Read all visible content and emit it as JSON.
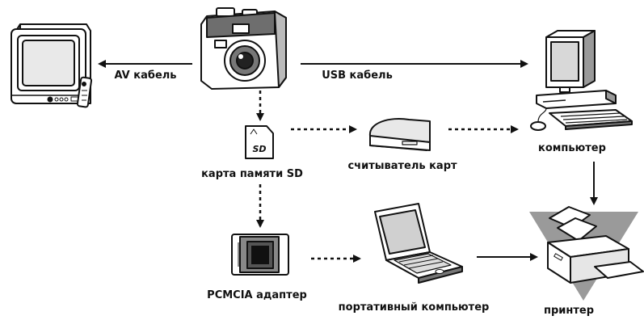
{
  "labels": {
    "av_cable": "AV кабель",
    "usb_cable": "USB кабель",
    "sd_card": "карта памяти SD",
    "card_reader": "считыватель карт",
    "computer": "компьютер",
    "pcmcia_adapter": "PCMCIA адаптер",
    "laptop": "портативный компьютер",
    "printer": "принтер"
  },
  "icons": {
    "camera": "digital-camera-icon",
    "tv": "television-icon",
    "computer": "desktop-computer-icon",
    "sd_card": "sd-card-icon",
    "card_reader": "card-reader-icon",
    "pcmcia": "pcmcia-adapter-icon",
    "laptop": "laptop-icon",
    "printer": "printer-icon"
  },
  "colors": {
    "line": "#111111",
    "icon_fill": "#ffffff",
    "shade": "#8a8a8a",
    "printer_backdrop": "#9a9a9a"
  }
}
